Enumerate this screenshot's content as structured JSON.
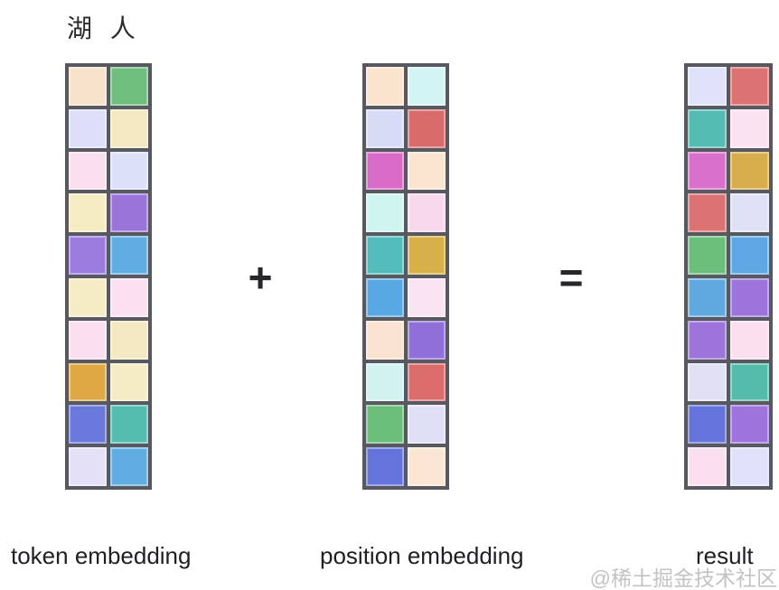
{
  "title": "湖 人",
  "operators": {
    "plus": "+",
    "equals": "="
  },
  "labels": {
    "token": "token embedding",
    "position": "position embedding",
    "result": "result"
  },
  "watermark": "@稀土掘金技术社区",
  "colors": {
    "background": "#ffffff",
    "grid_border": "#585860",
    "title_text": "#2b2b31",
    "label_text": "#1f1f24",
    "operator_text": "#26262b",
    "watermark_text": "#c3c3c3"
  },
  "grids": [
    {
      "name": "token embedding",
      "rows": 10,
      "columns": 2,
      "cells": [
        [
          "#f7e2cb",
          "#6fbe7d"
        ],
        [
          "#dcdefa",
          "#f4e8c2"
        ],
        [
          "#f9dff0",
          "#dce0f8"
        ],
        [
          "#f5ecc2",
          "#9b74da"
        ],
        [
          "#9c7cde",
          "#60ade3"
        ],
        [
          "#f5ecc6",
          "#fae0f0"
        ],
        [
          "#f9dff0",
          "#f4e8c2"
        ],
        [
          "#dfa845",
          "#f5ecc6"
        ],
        [
          "#6b78dc",
          "#55bcb0"
        ],
        [
          "#e3e0f8",
          "#60ade3"
        ]
      ]
    },
    {
      "name": "position embedding",
      "rows": 10,
      "columns": 2,
      "cells": [
        [
          "#fae4ce",
          "#d2f4f4"
        ],
        [
          "#d8dbf5",
          "#d96b6b"
        ],
        [
          "#d86bc8",
          "#fae6d0"
        ],
        [
          "#cff5f0",
          "#f8d8ec"
        ],
        [
          "#55bcbc",
          "#d8b04a"
        ],
        [
          "#57a8e3",
          "#fae4f2"
        ],
        [
          "#fae2d0",
          "#9070d8"
        ],
        [
          "#d2f2f2",
          "#dc6b6b"
        ],
        [
          "#6cbe7b",
          "#dfdff6"
        ],
        [
          "#6574dc",
          "#fae6d2"
        ]
      ]
    },
    {
      "name": "result",
      "rows": 10,
      "columns": 2,
      "cells": [
        [
          "#dfe2f8",
          "#dc7272"
        ],
        [
          "#55bcb4",
          "#fae2f0"
        ],
        [
          "#d870cc",
          "#d8ae4c"
        ],
        [
          "#dc7272",
          "#dfe2f6"
        ],
        [
          "#6cbe7b",
          "#5fa8e3"
        ],
        [
          "#5fa8e0",
          "#9c74db"
        ],
        [
          "#9c74db",
          "#fae0ee"
        ],
        [
          "#e2e0f5",
          "#55bcac"
        ],
        [
          "#6574dc",
          "#9c74db"
        ],
        [
          "#fadff0",
          "#dfe2f8"
        ]
      ]
    }
  ]
}
